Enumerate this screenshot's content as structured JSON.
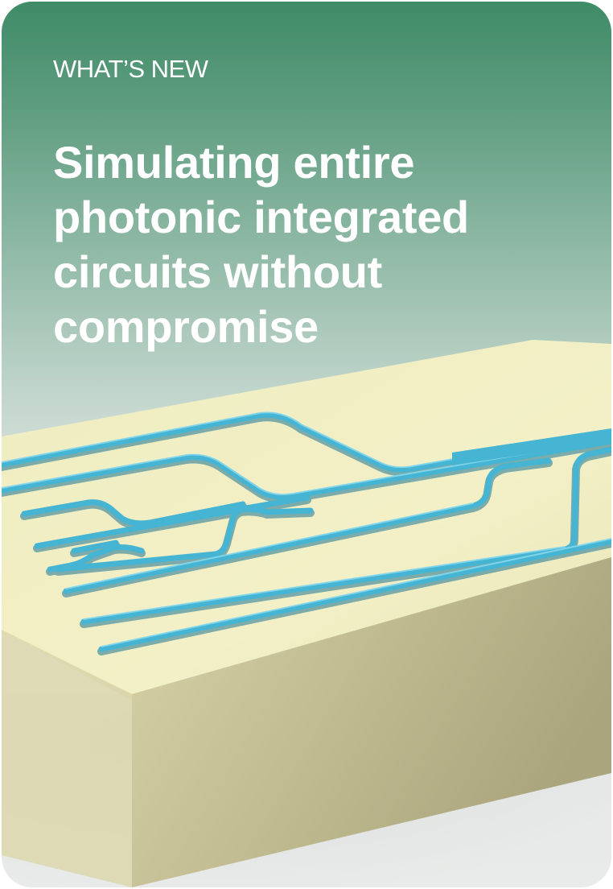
{
  "card": {
    "eyebrow": "WHAT’S NEW",
    "headline_lines": [
      "Simulating entire",
      "photonic integrated",
      "circuits without",
      "compromise"
    ]
  },
  "illustration": {
    "subject": "photonic-chip-icon",
    "colors": {
      "chip_top": "#f2f0c4",
      "chip_front": "#c9c39a",
      "waveguide": "#4ab7d4",
      "background_top": "#3f8b67"
    }
  }
}
